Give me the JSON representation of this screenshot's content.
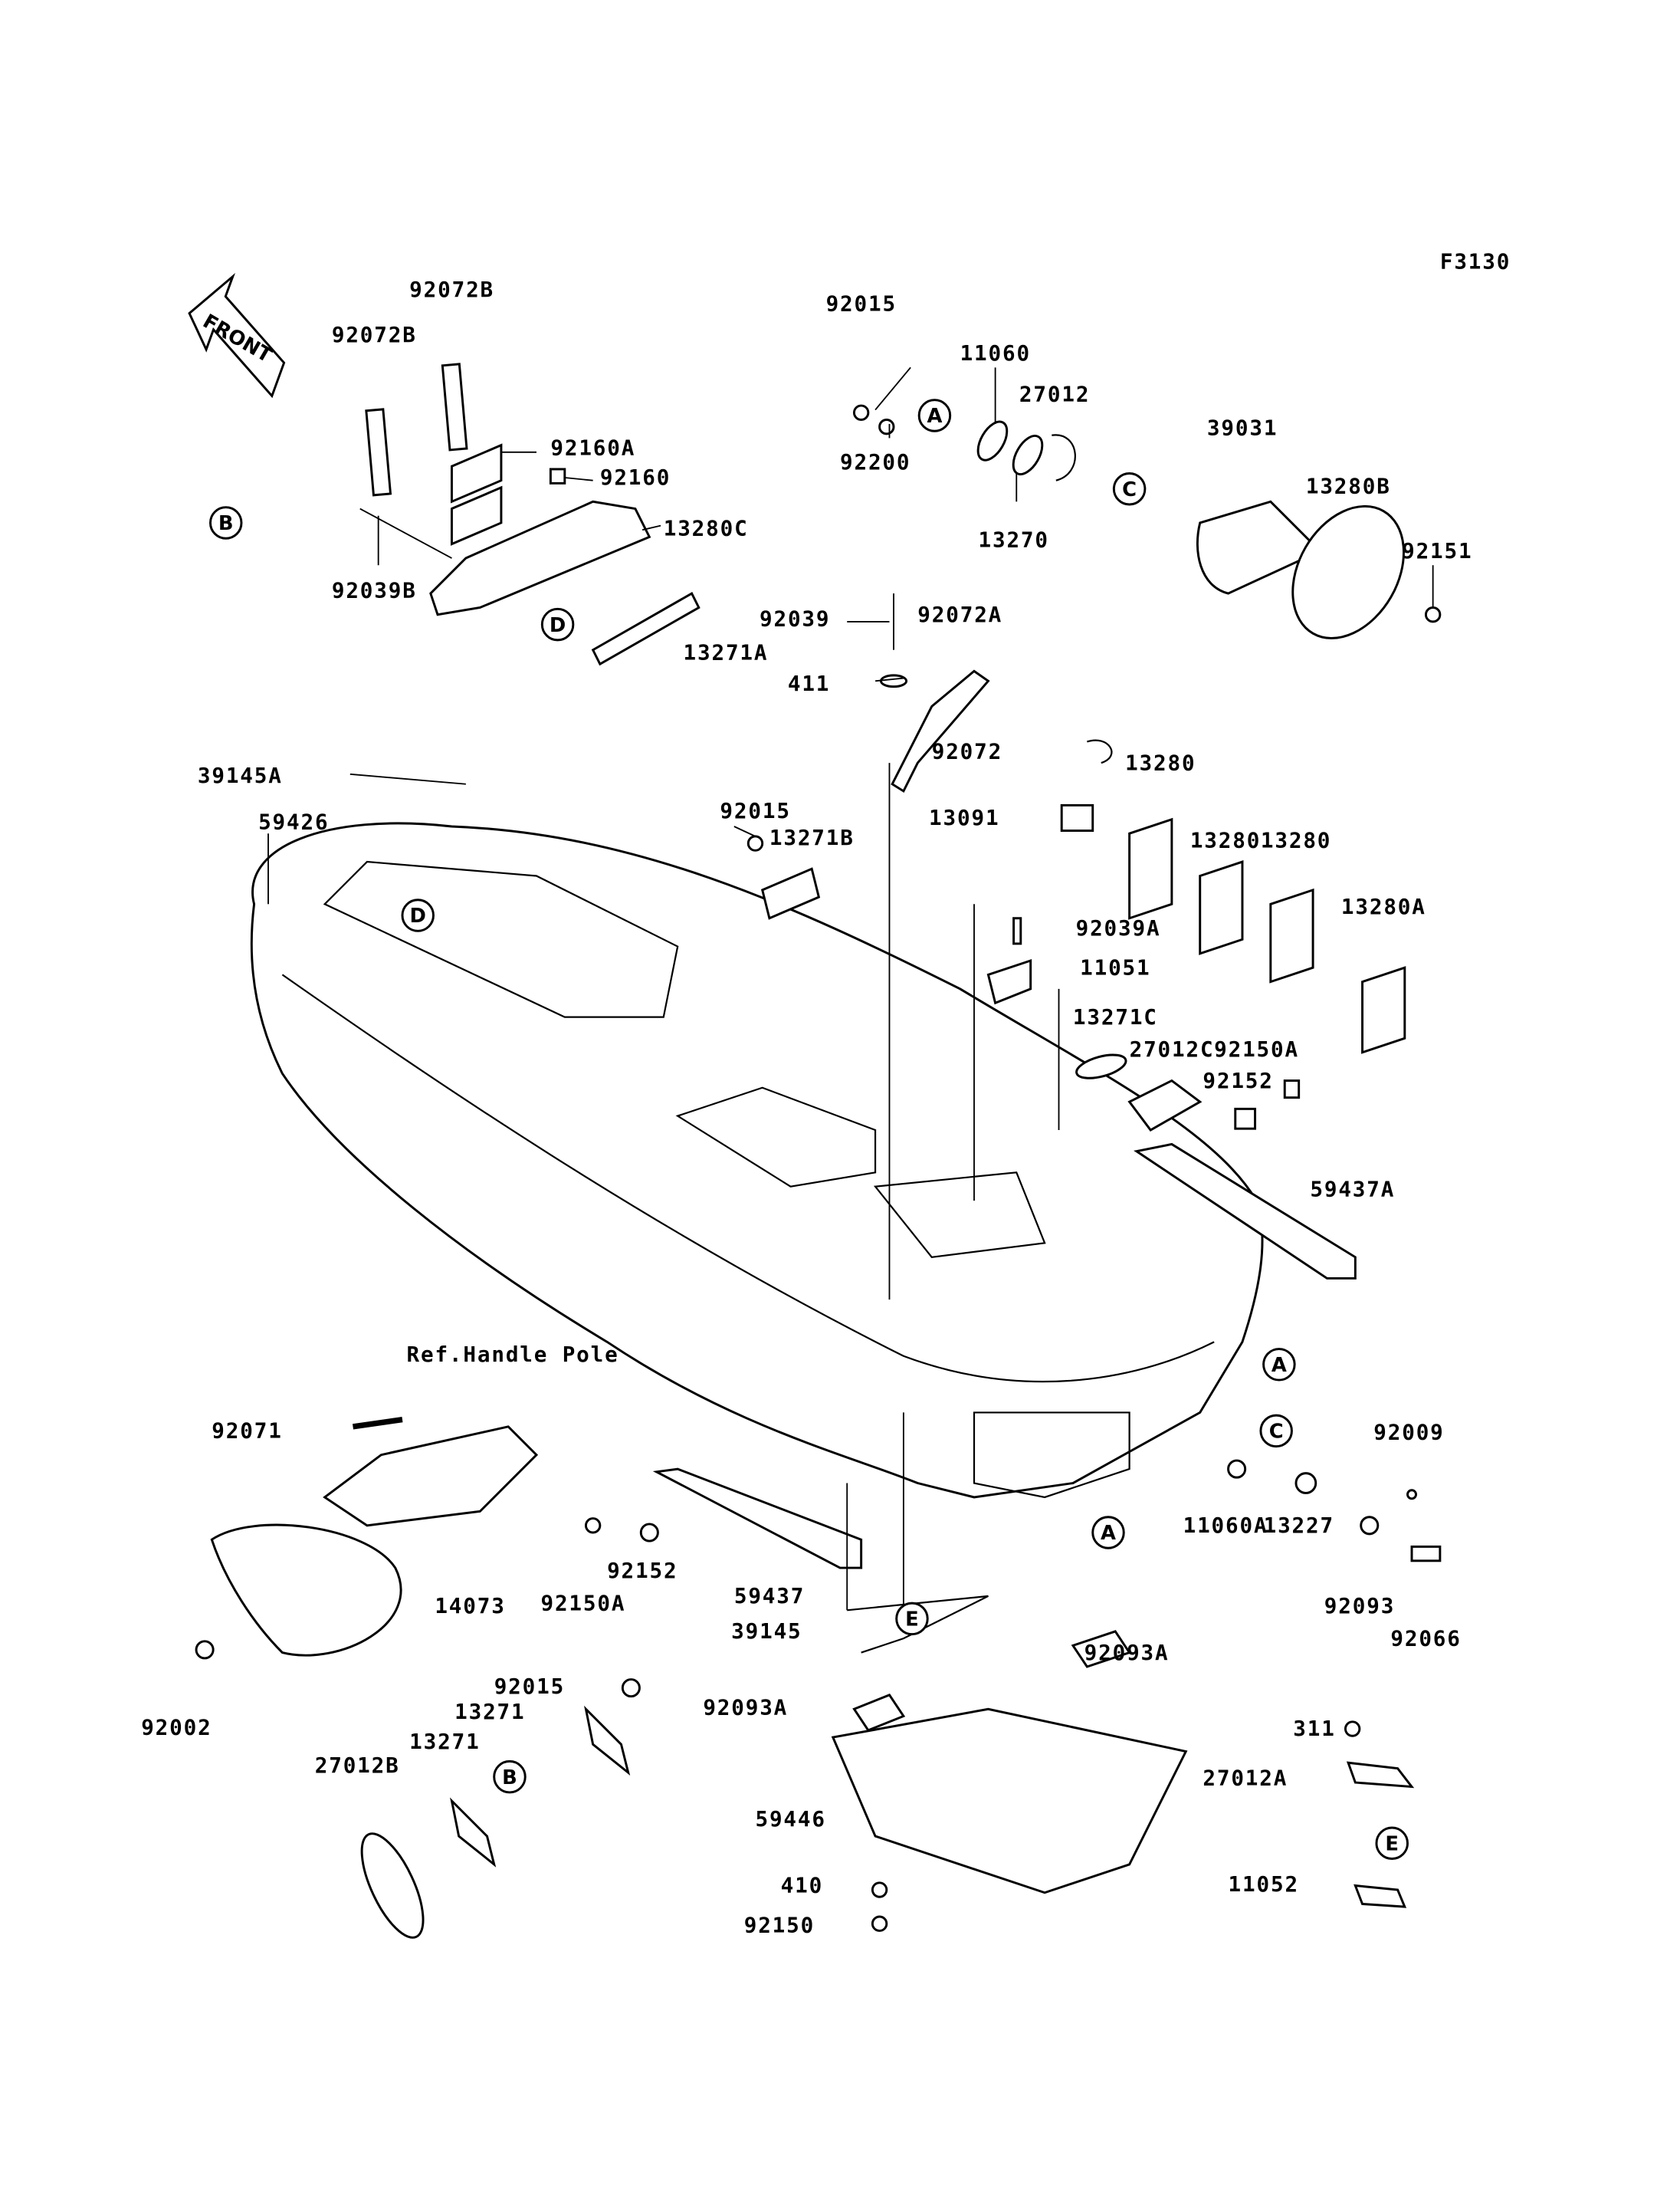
{
  "figure_code": "F3130",
  "front_label": "FRONT",
  "reference_note": "Ref.Handle Pole",
  "part_labels": [
    "92072B",
    "92072B",
    "92015",
    "11060",
    "27012",
    "39031",
    "13280B",
    "92151",
    "92160A",
    "92160",
    "13280C",
    "92200",
    "13270",
    "92039B",
    "92039",
    "92072A",
    "13271A",
    "411",
    "39145A",
    "92072",
    "13280",
    "13091",
    "92015",
    "59426",
    "13271B",
    "13280",
    "13280",
    "13280A",
    "92039A",
    "11051",
    "13271C",
    "27012C",
    "92150A",
    "92152",
    "59437A",
    "92071",
    "92009",
    "11060A",
    "13227",
    "92152",
    "92150A",
    "59437",
    "14073",
    "92093",
    "39145",
    "92066",
    "92093A",
    "92015",
    "92002",
    "13271",
    "311",
    "92093A",
    "13271",
    "27012B",
    "27012A",
    "59446",
    "410",
    "11052",
    "92150"
  ],
  "callouts": [
    "A",
    "C",
    "D",
    "D",
    "B",
    "A",
    "C",
    "A",
    "E",
    "B",
    "E"
  ]
}
